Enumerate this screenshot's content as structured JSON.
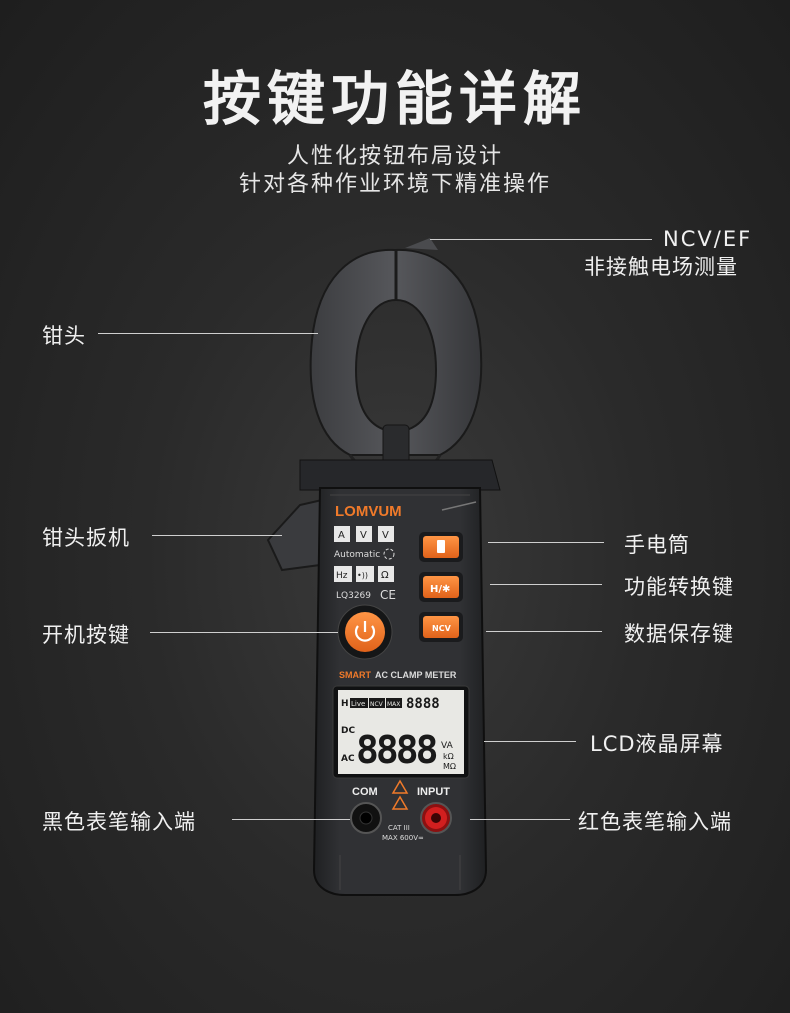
{
  "header": {
    "title": "按键功能详解",
    "subtitle_line1": "人性化按钮布局设计",
    "subtitle_line2": "针对各种作业环境下精准操作"
  },
  "callouts": {
    "ncv_title": "NCV/EF",
    "ncv_desc": "非接触电场测量",
    "jaw": "钳头",
    "trigger": "钳头扳机",
    "power": "开机按键",
    "black_probe": "黑色表笔输入端",
    "flashlight": "手电筒",
    "function_switch": "功能转换键",
    "data_hold": "数据保存键",
    "lcd": "LCD液晶屏幕",
    "red_probe": "红色表笔输入端"
  },
  "device": {
    "brand": "LOMVUM",
    "model": "LQ3269",
    "ce_mark": "CE",
    "product_line_accent": "SMART",
    "product_line": "AC CLAMP METER",
    "mode_automatic": "Automatic",
    "mode_icons": [
      "A",
      "V",
      "V",
      "Hz",
      "•))",
      "Ω"
    ],
    "button_hf": "H/✱",
    "button_ncv": "NCV",
    "lcd_indicators": [
      "H",
      "Live",
      "NCV",
      "MAX"
    ],
    "lcd_small_digits": "8888",
    "lcd_main_digits": "8888",
    "lcd_side_left": [
      "DC",
      "AC"
    ],
    "lcd_units": [
      "VA",
      "kΩ",
      "MΩ"
    ],
    "com_label": "COM",
    "input_label": "INPUT",
    "cat_label": "CAT III",
    "max_label": "MAX 600V≂",
    "colors": {
      "accent_orange": "#f07a2a",
      "lcd_bg": "#e8e8e4",
      "body": "#2e2f31",
      "red_jack": "#d21f1f"
    }
  }
}
